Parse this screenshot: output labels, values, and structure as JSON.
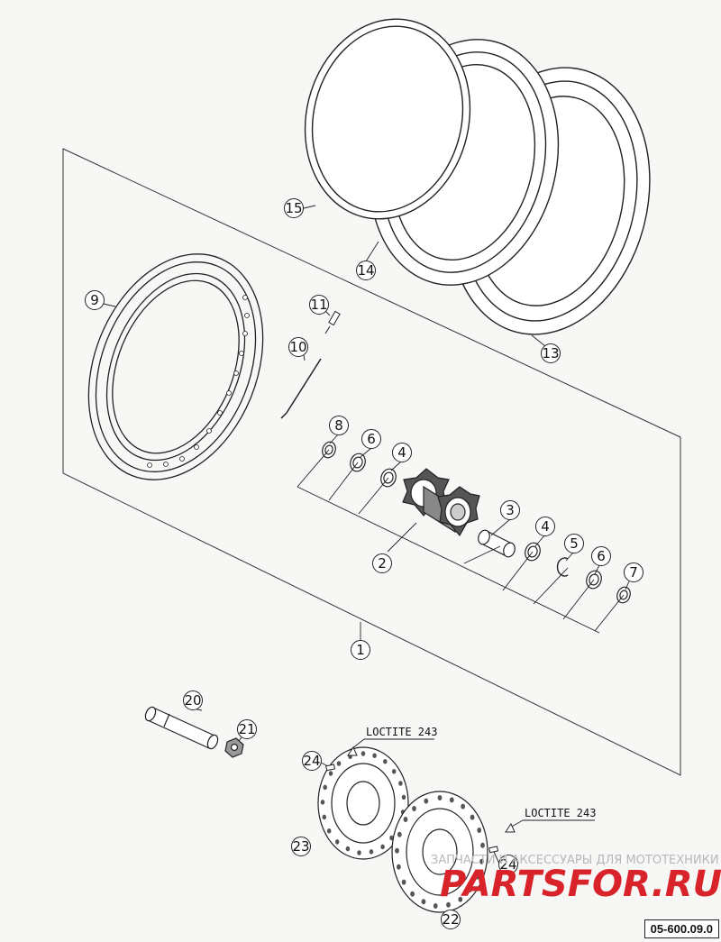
{
  "callouts": {
    "c1": "1",
    "c2": "2",
    "c3": "3",
    "c4a": "4",
    "c4b": "4",
    "c5": "5",
    "c6a": "6",
    "c6b": "6",
    "c7": "7",
    "c8": "8",
    "c9": "9",
    "c10": "10",
    "c11": "11",
    "c13": "13",
    "c14": "14",
    "c15": "15",
    "c20": "20",
    "c21": "21",
    "c22": "22",
    "c23": "23",
    "c24a": "24",
    "c24b": "24"
  },
  "notes": {
    "loctite_a": "LOCTITE 243",
    "loctite_b": "LOCTITE 243"
  },
  "drawing_code": "05-600.09.0",
  "watermark": {
    "tagline": "ЗАПЧАСТИ И АКСЕССУАРЫ ДЛЯ МОТОТЕХНИКИ",
    "brand": "PARTSFOR.RU"
  },
  "colors": {
    "line": "#222222",
    "part_fill": "#ffffff",
    "hub_fill": "#555555",
    "watermark_red": "#d9232a"
  }
}
